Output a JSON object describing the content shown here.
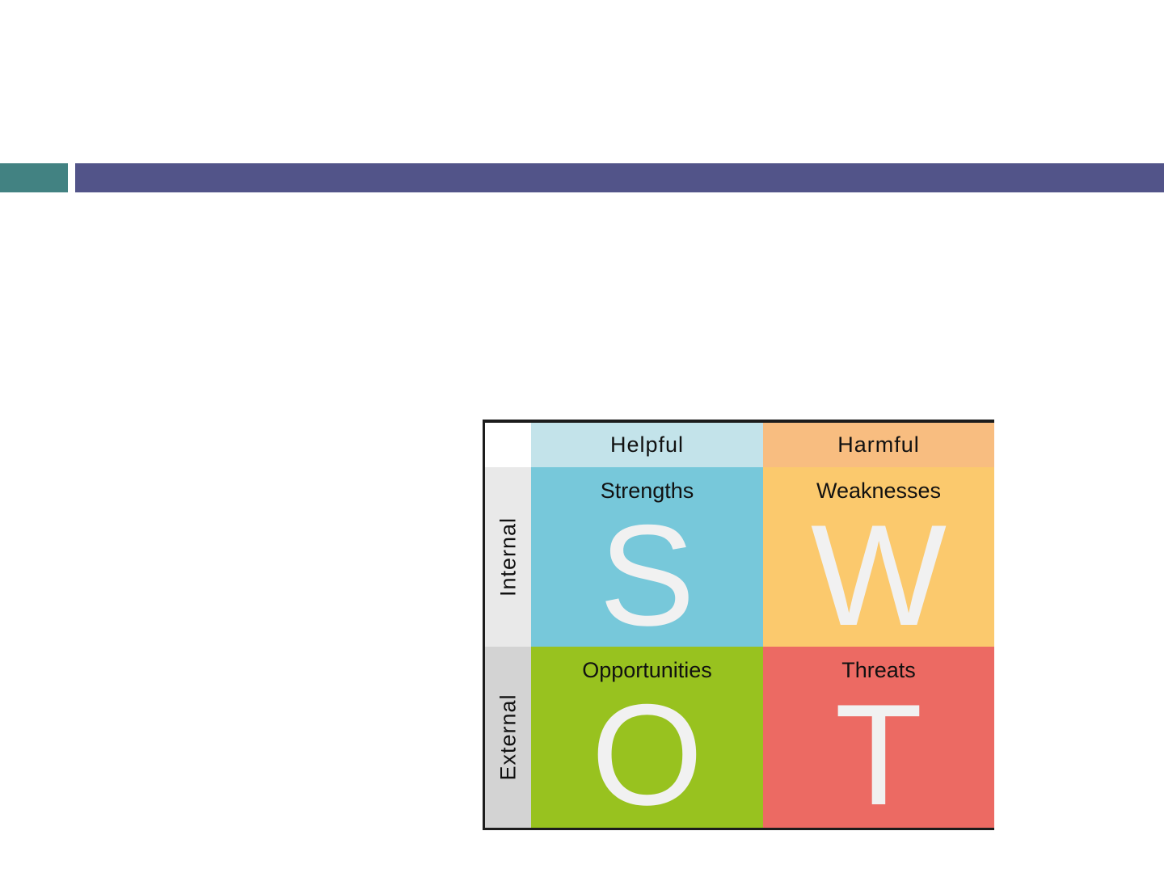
{
  "colors": {
    "band_accent": "#428282",
    "band_main": "#525489",
    "helpful_header": "#c3e3ea",
    "harmful_header": "#f8bd80",
    "internal_header": "#e9e9e9",
    "external_header": "#d3d3d3",
    "strengths": "#77c8da",
    "weaknesses": "#fbc96d",
    "opportunities": "#98c21f",
    "threats": "#ec6a63"
  },
  "swot": {
    "columns": [
      "Helpful",
      "Harmful"
    ],
    "rows": [
      "Internal",
      "External"
    ],
    "quadrants": [
      {
        "title": "Strengths",
        "letter": "S"
      },
      {
        "title": "Weaknesses",
        "letter": "W"
      },
      {
        "title": "Opportunities",
        "letter": "O"
      },
      {
        "title": "Threats",
        "letter": "T"
      }
    ]
  }
}
